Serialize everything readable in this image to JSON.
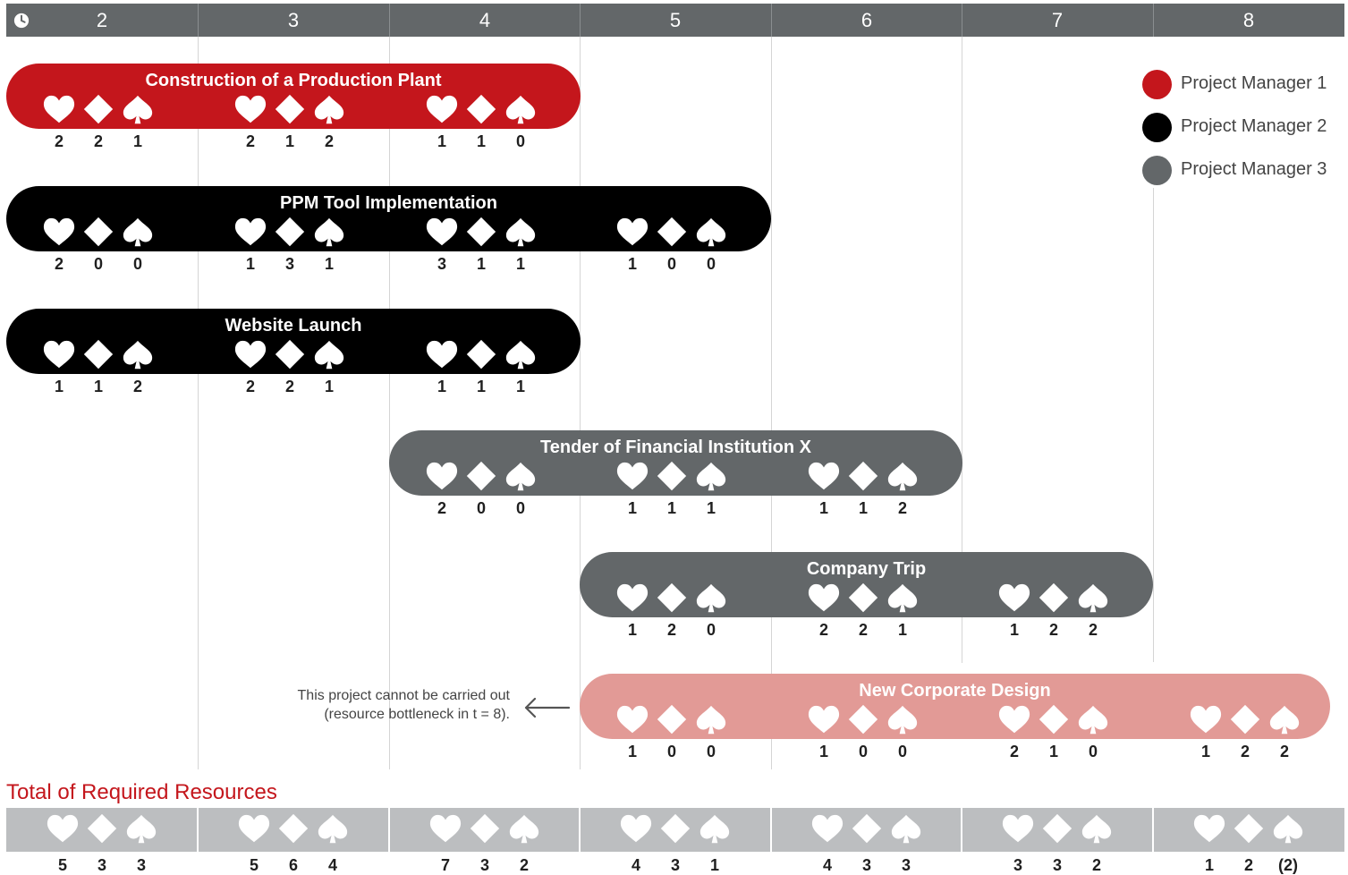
{
  "timeline": {
    "clock_icon": "clock-icon",
    "periods": [
      "2",
      "3",
      "4",
      "5",
      "6",
      "7",
      "8"
    ]
  },
  "legend": [
    {
      "label": "Project Manager 1",
      "color": "#c4161c"
    },
    {
      "label": "Project Manager 2",
      "color": "#000000"
    },
    {
      "label": "Project Manager 3",
      "color": "#636769"
    }
  ],
  "resource_icons": [
    "heart-icon",
    "diamond-icon",
    "spade-icon"
  ],
  "projects": [
    {
      "title": "Construction of a Production Plant",
      "manager": 1,
      "color": "#c4161c",
      "start": "2",
      "end": "4",
      "groups": [
        {
          "period": "2",
          "values": [
            "2",
            "2",
            "1"
          ]
        },
        {
          "period": "3",
          "values": [
            "2",
            "1",
            "2"
          ]
        },
        {
          "period": "4",
          "values": [
            "1",
            "1",
            "0"
          ]
        }
      ]
    },
    {
      "title": "PPM Tool Implementation",
      "manager": 2,
      "color": "#000000",
      "start": "2",
      "end": "5",
      "groups": [
        {
          "period": "2",
          "values": [
            "2",
            "0",
            "0"
          ]
        },
        {
          "period": "3",
          "values": [
            "1",
            "3",
            "1"
          ]
        },
        {
          "period": "4",
          "values": [
            "3",
            "1",
            "1"
          ]
        },
        {
          "period": "5",
          "values": [
            "1",
            "0",
            "0"
          ]
        }
      ]
    },
    {
      "title": "Website Launch",
      "manager": 2,
      "color": "#000000",
      "start": "2",
      "end": "4",
      "groups": [
        {
          "period": "2",
          "values": [
            "1",
            "1",
            "2"
          ]
        },
        {
          "period": "3",
          "values": [
            "2",
            "2",
            "1"
          ]
        },
        {
          "period": "4",
          "values": [
            "1",
            "1",
            "1"
          ]
        }
      ]
    },
    {
      "title": "Tender of Financial Institution X",
      "manager": 3,
      "color": "#636769",
      "start": "4",
      "end": "6",
      "groups": [
        {
          "period": "4",
          "values": [
            "2",
            "0",
            "0"
          ]
        },
        {
          "period": "5",
          "values": [
            "1",
            "1",
            "1"
          ]
        },
        {
          "period": "6",
          "values": [
            "1",
            "1",
            "2"
          ]
        }
      ]
    },
    {
      "title": "Company Trip",
      "manager": 3,
      "color": "#636769",
      "start": "5",
      "end": "7",
      "groups": [
        {
          "period": "5",
          "values": [
            "1",
            "2",
            "0"
          ]
        },
        {
          "period": "6",
          "values": [
            "2",
            "2",
            "1"
          ]
        },
        {
          "period": "7",
          "values": [
            "1",
            "2",
            "2"
          ]
        }
      ]
    },
    {
      "title": "New Corporate Design",
      "manager": 1,
      "color": "#e29a96",
      "start": "5",
      "end": "8",
      "groups": [
        {
          "period": "5",
          "values": [
            "1",
            "0",
            "0"
          ]
        },
        {
          "period": "6",
          "values": [
            "1",
            "0",
            "0"
          ]
        },
        {
          "period": "7",
          "values": [
            "2",
            "1",
            "0"
          ]
        },
        {
          "period": "8",
          "values": [
            "1",
            "2",
            "2"
          ]
        }
      ]
    }
  ],
  "note": {
    "line1": "This project cannot be carried out",
    "line2": "(resource bottleneck in t = 8).",
    "arrow_icon": "arrow-left-icon"
  },
  "totals": {
    "title": "Total of Required Resources",
    "groups": [
      {
        "period": "2",
        "values": [
          "5",
          "3",
          "3"
        ]
      },
      {
        "period": "3",
        "values": [
          "5",
          "6",
          "4"
        ]
      },
      {
        "period": "4",
        "values": [
          "7",
          "3",
          "2"
        ]
      },
      {
        "period": "5",
        "values": [
          "4",
          "3",
          "1"
        ]
      },
      {
        "period": "6",
        "values": [
          "4",
          "3",
          "3"
        ]
      },
      {
        "period": "7",
        "values": [
          "3",
          "3",
          "2"
        ]
      },
      {
        "period": "8",
        "values": [
          "1",
          "2",
          "(2)"
        ]
      }
    ]
  }
}
